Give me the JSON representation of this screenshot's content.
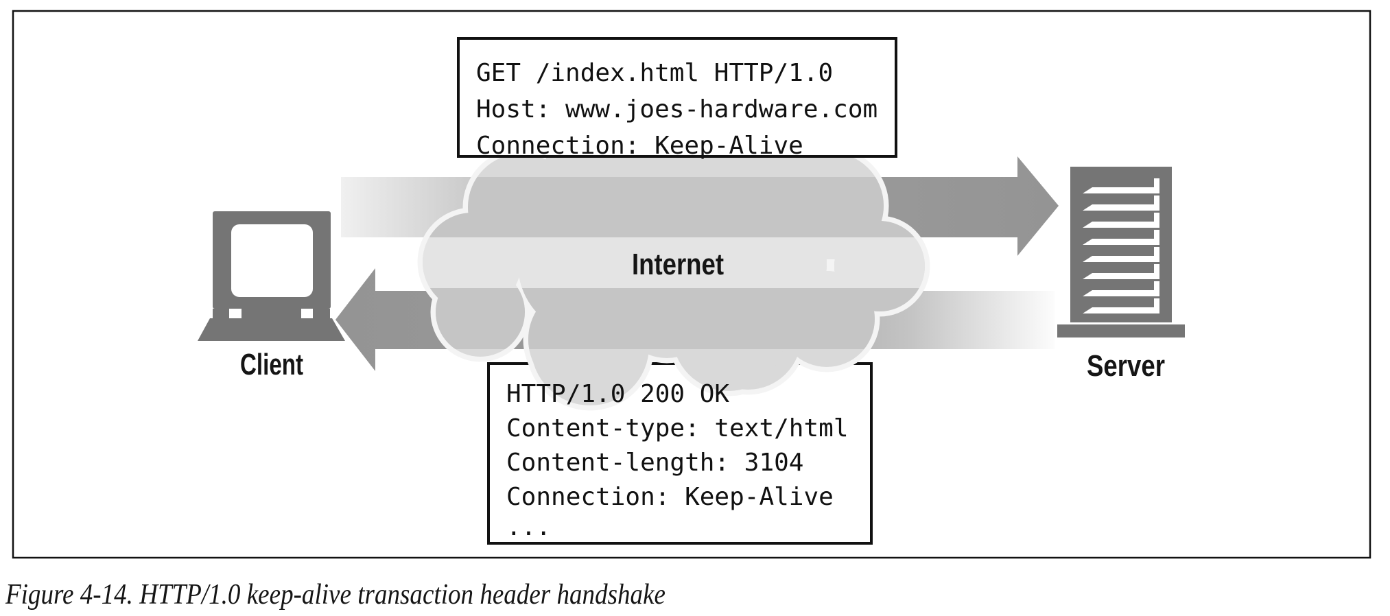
{
  "figure": {
    "caption": "Figure 4-14. HTTP/1.0 keep-alive transaction header handshake",
    "internet_label": "Internet",
    "client_label": "Client",
    "server_label": "Server",
    "request_box": {
      "lines": [
        "GET /index.html HTTP/1.0",
        "Host: www.joes-hardware.com",
        "Connection: Keep-Alive"
      ]
    },
    "response_box": {
      "lines": [
        "HTTP/1.0 200 OK",
        "Content-type: text/html",
        "Content-length: 3104",
        "Connection: Keep-Alive",
        "..."
      ]
    },
    "colors": {
      "device_gray": "#757575",
      "arrow_gray": "#969696",
      "cloud_gray": "#d9d9d9",
      "cloud_band_gray": "#c5c5c5",
      "cloud_stripe_gray": "#e4e4e4",
      "box_border": "#111111"
    }
  }
}
